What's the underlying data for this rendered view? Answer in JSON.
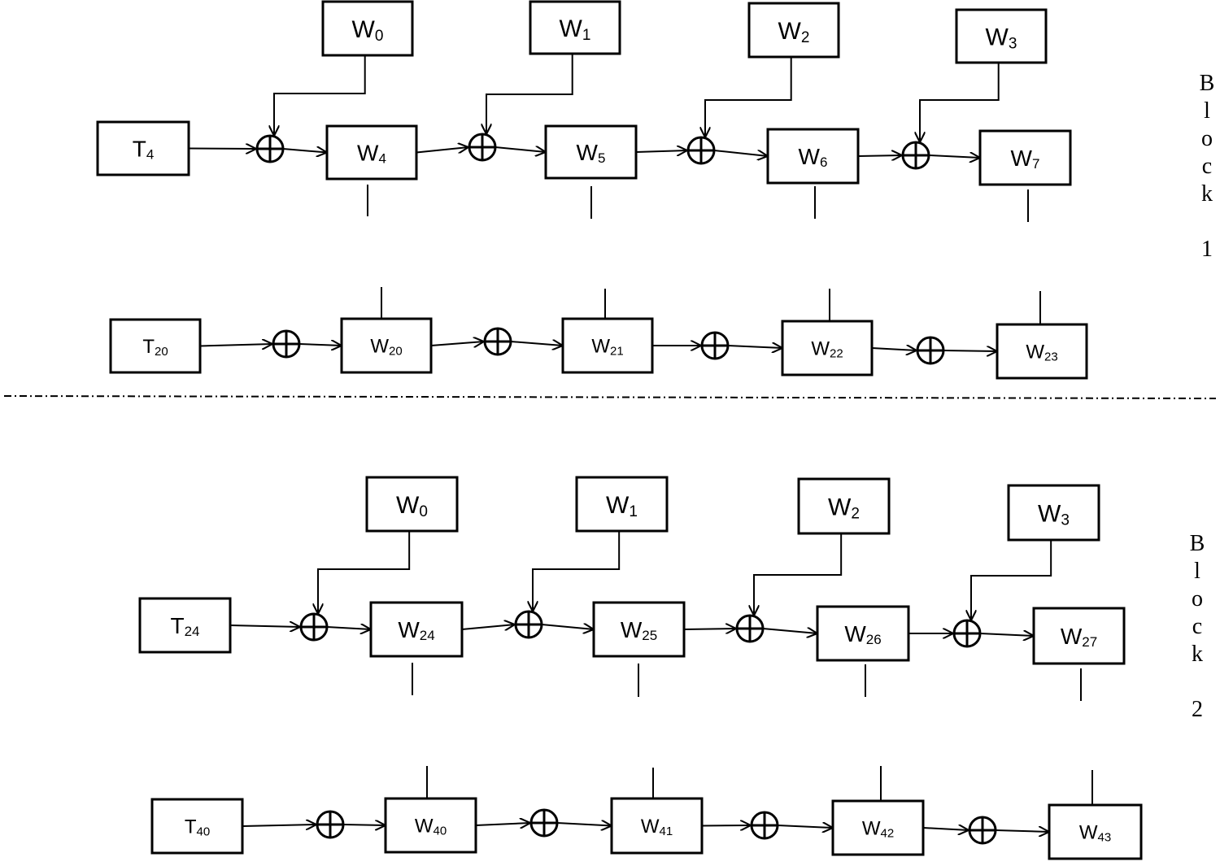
{
  "blocks": [
    {
      "label_word": "Block",
      "label_number": "1",
      "top_row": {
        "inputs": [
          {
            "base": "W",
            "sub": "0"
          },
          {
            "base": "W",
            "sub": "1"
          },
          {
            "base": "W",
            "sub": "2"
          },
          {
            "base": "W",
            "sub": "3"
          }
        ],
        "start": {
          "base": "T",
          "sub": "4"
        },
        "outputs": [
          {
            "base": "W",
            "sub": "4"
          },
          {
            "base": "W",
            "sub": "5"
          },
          {
            "base": "W",
            "sub": "6"
          },
          {
            "base": "W",
            "sub": "7"
          }
        ]
      },
      "bottom_row": {
        "start": {
          "base": "T",
          "sub": "20"
        },
        "outputs": [
          {
            "base": "W",
            "sub": "20"
          },
          {
            "base": "W",
            "sub": "21"
          },
          {
            "base": "W",
            "sub": "22"
          },
          {
            "base": "W",
            "sub": "23"
          }
        ]
      }
    },
    {
      "label_word": "Block",
      "label_number": "2",
      "top_row": {
        "inputs": [
          {
            "base": "W",
            "sub": "0"
          },
          {
            "base": "W",
            "sub": "1"
          },
          {
            "base": "W",
            "sub": "2"
          },
          {
            "base": "W",
            "sub": "3"
          }
        ],
        "start": {
          "base": "T",
          "sub": "24"
        },
        "outputs": [
          {
            "base": "W",
            "sub": "24"
          },
          {
            "base": "W",
            "sub": "25"
          },
          {
            "base": "W",
            "sub": "26"
          },
          {
            "base": "W",
            "sub": "27"
          }
        ]
      },
      "bottom_row": {
        "start": {
          "base": "T",
          "sub": "40"
        },
        "outputs": [
          {
            "base": "W",
            "sub": "40"
          },
          {
            "base": "W",
            "sub": "41"
          },
          {
            "base": "W",
            "sub": "42"
          },
          {
            "base": "W",
            "sub": "43"
          }
        ]
      }
    }
  ]
}
